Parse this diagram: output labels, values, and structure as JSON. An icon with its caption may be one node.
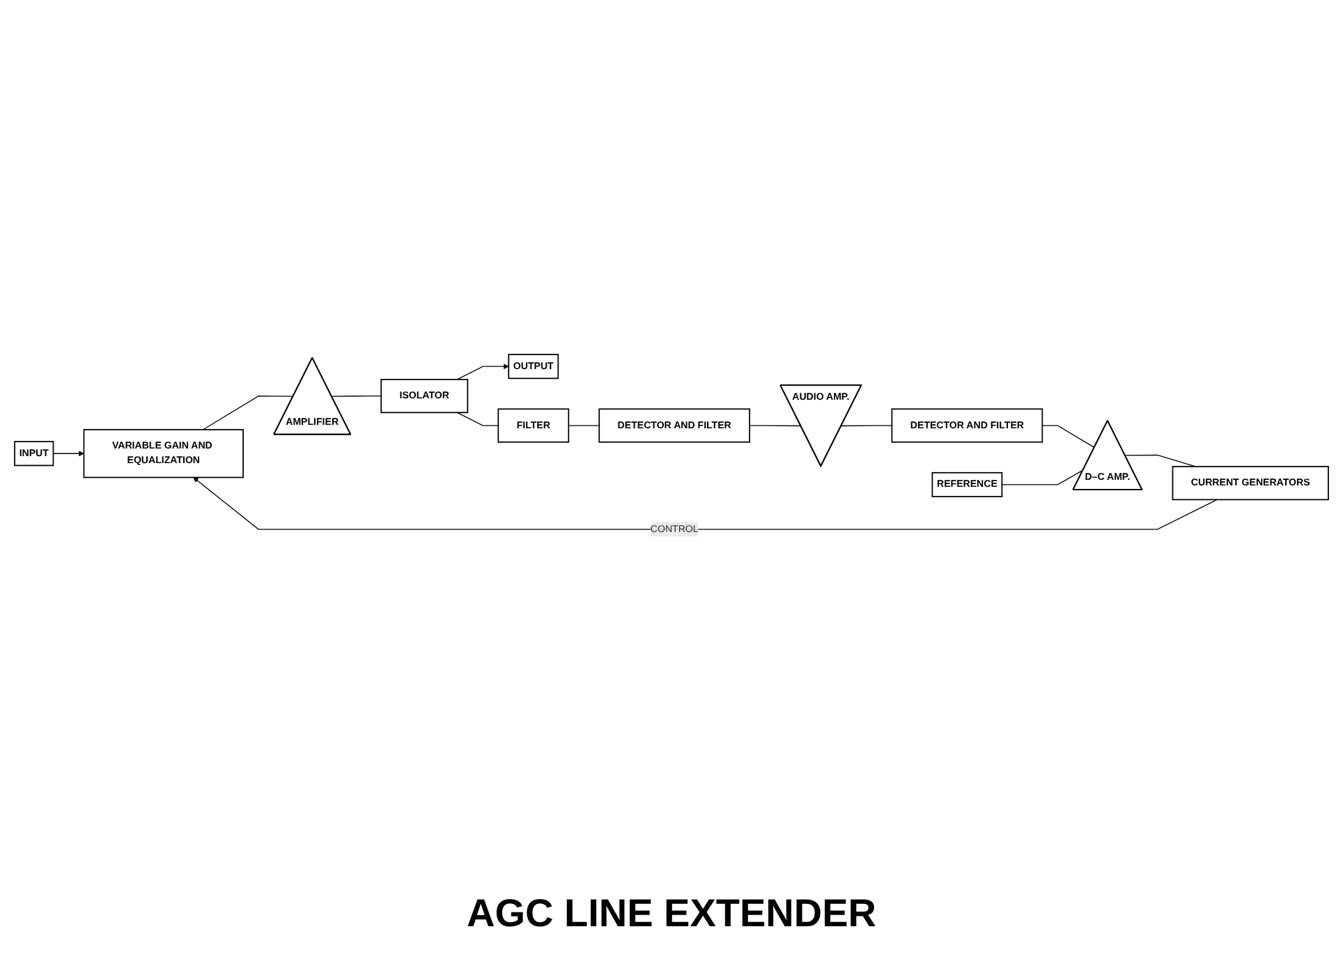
{
  "diagram": {
    "title": "AGC LINE EXTENDER",
    "nodes": [
      {
        "text": [
          "INPUT"
        ]
      },
      {
        "text": [
          "VARIABLE GAIN AND EQUALIZATION"
        ]
      },
      {
        "text": [
          "AMPLIFIER"
        ]
      },
      {
        "text": [
          "ISOLATOR"
        ]
      },
      {
        "text": [
          "OUTPUT"
        ]
      },
      {
        "text": [
          "FILTER"
        ]
      },
      {
        "text": [
          "DETECTOR AND FILTER"
        ]
      },
      {
        "text": [
          "AUDIO AMP."
        ]
      },
      {
        "text": [
          "DETECTOR AND FILTER"
        ]
      },
      {
        "text": [
          "D–C AMP."
        ]
      },
      {
        "text": [
          "REFERENCE"
        ]
      },
      {
        "text": [
          "CURRENT GENERATORS"
        ]
      }
    ],
    "edges": [
      {
        "from": 0,
        "to": 1,
        "arrow": "to"
      },
      {
        "from": 1,
        "to": 2,
        "arrow": "none"
      },
      {
        "from": 2,
        "to": 3,
        "arrow": "none"
      },
      {
        "from": 3,
        "to": 4,
        "arrow": "to"
      },
      {
        "from": 3,
        "to": 5,
        "arrow": "none"
      },
      {
        "from": 5,
        "to": 6,
        "arrow": "none"
      },
      {
        "from": 6,
        "to": 7,
        "arrow": "none"
      },
      {
        "from": 7,
        "to": 8,
        "arrow": "none"
      },
      {
        "from": 8,
        "to": 9,
        "arrow": "none"
      },
      {
        "from": 10,
        "to": 9,
        "arrow": "none"
      },
      {
        "from": 9,
        "to": 11,
        "arrow": "none"
      },
      {
        "from": 11,
        "to": 1,
        "arrow": "to",
        "label": "CONTROL"
      }
    ]
  }
}
